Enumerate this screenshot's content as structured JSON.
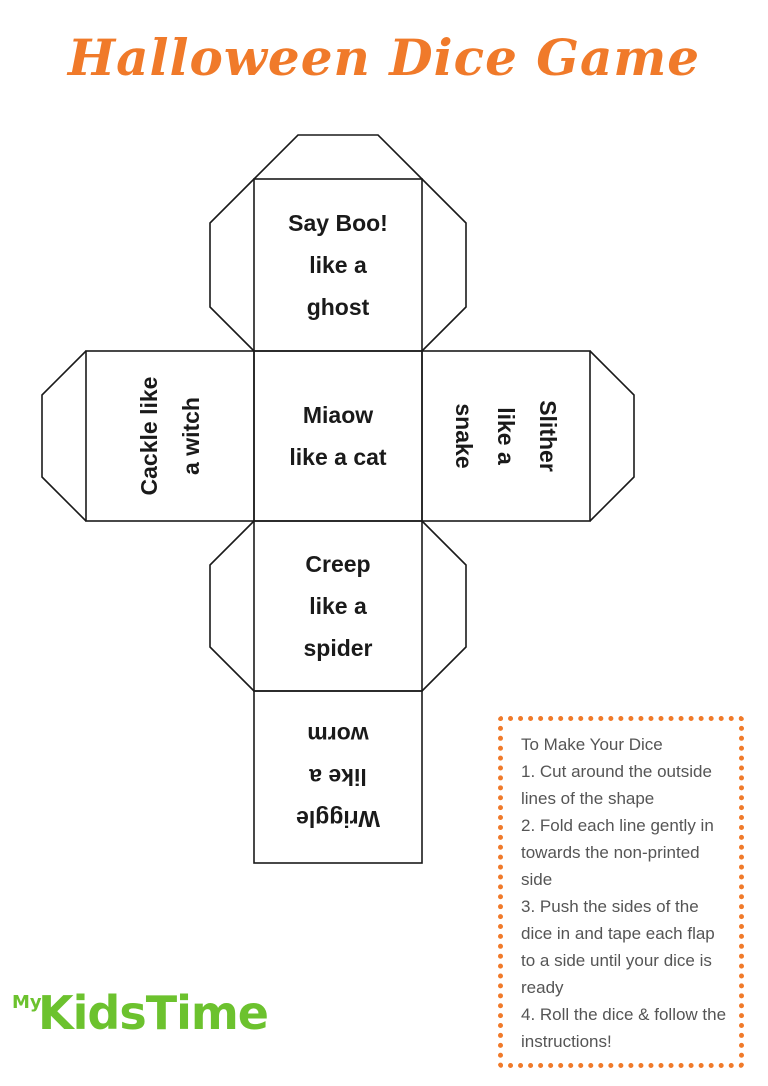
{
  "title": "Halloween Dice Game",
  "colors": {
    "accent": "#f07a2a",
    "logo": "#6cc22e",
    "outline": "#1a1a1a"
  },
  "faces": {
    "top": "Say Boo!\nlike a\nghost",
    "left": "Cackle like\na witch",
    "center": "Miaow\nlike a cat",
    "right": "Slither\nlike a\nsnake",
    "lower": "Creep\nlike a\nspider",
    "bottom": "Wriggle\nlike a\nworm"
  },
  "instructions": {
    "heading": "To Make Your Dice",
    "steps": [
      "1. Cut around the outside lines of the shape",
      "2. Fold each line gently in towards the non-printed side",
      "3. Push the sides of the dice in and tape each flap to a side until your dice is ready",
      "4. Roll the dice & follow the instructions!"
    ]
  },
  "logo": {
    "prefix": "My",
    "name": "KidsTime"
  }
}
